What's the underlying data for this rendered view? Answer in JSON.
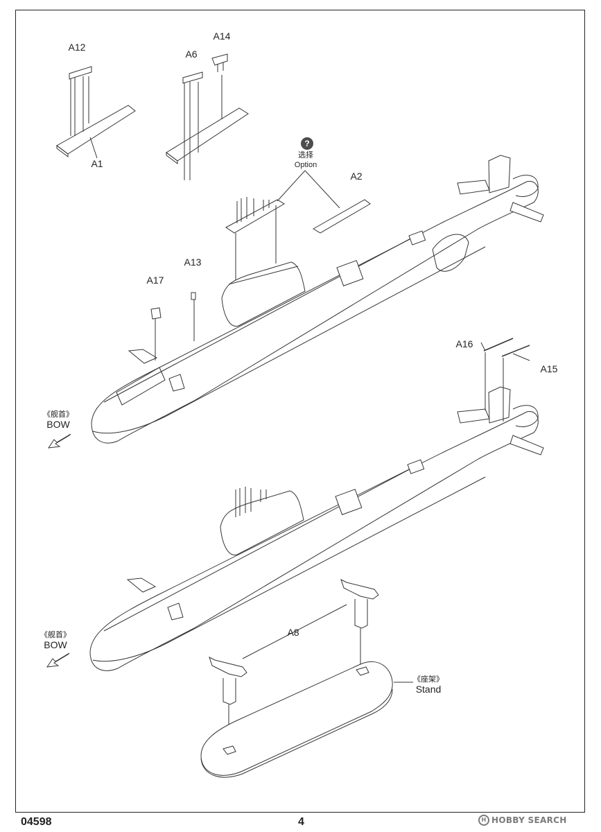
{
  "labels": {
    "a12": "A12",
    "a1": "A1",
    "a6": "A6",
    "a14": "A14",
    "a2": "A2",
    "a13": "A13",
    "a17": "A17",
    "a16": "A16",
    "a15": "A15",
    "a8": "A8"
  },
  "option": {
    "icon": "question-mark-icon",
    "symbol": "?",
    "cn": "选择",
    "en": "Option"
  },
  "bow_top": {
    "cn": "《舰首》",
    "en": "BOW",
    "icon": "arrow-down-left-icon"
  },
  "bow_bottom": {
    "cn": "《舰首》",
    "en": "BOW",
    "icon": "arrow-down-left-icon"
  },
  "stand": {
    "cn": "《座架》",
    "en": "Stand"
  },
  "footer": {
    "product_code": "04598",
    "page_number": "4"
  },
  "watermark": {
    "logo_icon": "hobby-logo-icon",
    "text": "HOBBY SEARCH"
  }
}
